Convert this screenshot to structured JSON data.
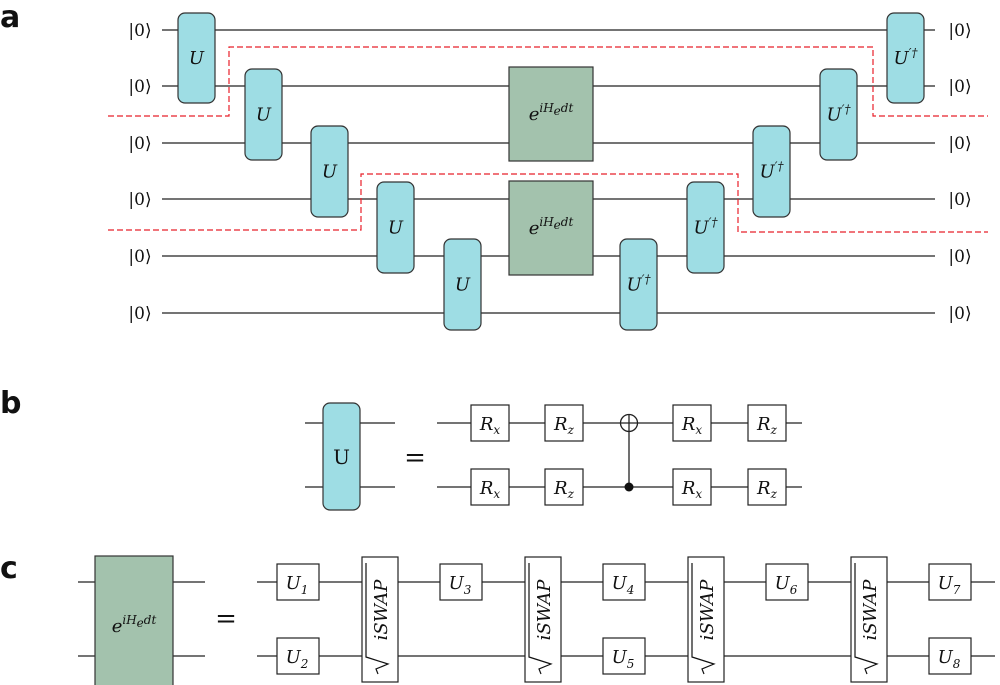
{
  "panels": [
    "a",
    "b",
    "c"
  ],
  "panel_a": {
    "input_ket": "|0⟩",
    "output_ket": "|0⟩",
    "u_label": "U",
    "u_dagger_base": "U",
    "u_dagger_sup": "′†",
    "evolve_base": "e",
    "evolve_sup": "iH",
    "evolve_sub": "e",
    "evolve_tail": "dt"
  },
  "panel_b": {
    "block_label": "U",
    "equals": "=",
    "rx_base": "R",
    "rx_sub": "x",
    "rz_base": "R",
    "rz_sub": "z"
  },
  "panel_c": {
    "block_base": "e",
    "block_sup_a": "iH",
    "block_sup_b": "e",
    "block_sup_c": "dt",
    "equals": "=",
    "u_base": "U",
    "u_subs": [
      "1",
      "2",
      "3",
      "4",
      "5",
      "6",
      "7",
      "8"
    ],
    "iswap_label": "iSWAP"
  },
  "colors": {
    "u_gate": "#9edde4",
    "evolution_gate": "#a3c2ad",
    "partition_line": "#e8202a"
  }
}
